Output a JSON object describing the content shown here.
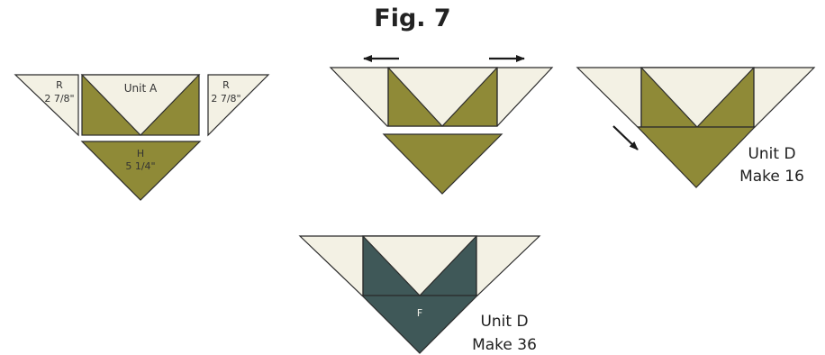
{
  "figure": {
    "title": "Fig. 7"
  },
  "colors": {
    "background_fabric": "#f3f1e4",
    "olive_fabric": "#8f8a37",
    "teal_fabric": "#3f5858",
    "outline": "#2b2b2b"
  },
  "step1": {
    "left_triangle": {
      "letter": "R",
      "size": "2 7/8\""
    },
    "center_unit": {
      "label": "Unit A"
    },
    "right_triangle": {
      "letter": "R",
      "size": "2 7/8\""
    },
    "bottom_triangle": {
      "letter": "H",
      "size": "5 1/4\""
    }
  },
  "step3": {
    "unit_name": "Unit D",
    "make": "Make 16"
  },
  "step4": {
    "fabric_letter": "F",
    "unit_name": "Unit D",
    "make": "Make 36"
  }
}
